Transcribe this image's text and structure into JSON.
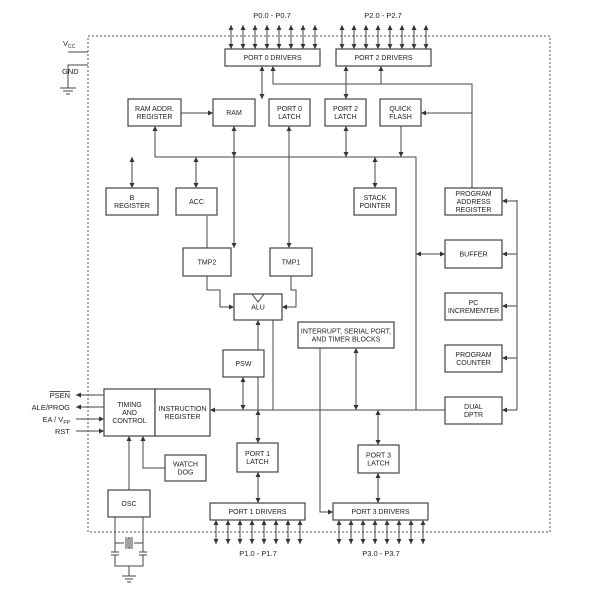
{
  "pins": {
    "p0": "P0.0 - P0.7",
    "p2": "P2.0 - P2.7",
    "p1": "P1.0 - P1.7",
    "p3": "P3.0 - P3.7",
    "vcc": "V",
    "vcc_sub": "CC",
    "gnd": "GND",
    "psen": "PSEN",
    "ale": "ALE/PROG",
    "ea": "EA / V",
    "ea_sub": "PP",
    "rst": "RST"
  },
  "blocks": {
    "port0_drivers": "PORT 0 DRIVERS",
    "port2_drivers": "PORT 2 DRIVERS",
    "ram_addr": [
      "RAM ADDR.",
      "REGISTER"
    ],
    "ram": "RAM",
    "port0_latch": [
      "PORT 0",
      "LATCH"
    ],
    "port2_latch": [
      "PORT 2",
      "LATCH"
    ],
    "quick_flash": [
      "QUICK",
      "FLASH"
    ],
    "b_register": [
      "B",
      "REGISTER"
    ],
    "acc": "ACC",
    "stack_pointer": [
      "STACK",
      "POINTER"
    ],
    "program_address_register": [
      "PROGRAM",
      "ADDRESS",
      "REGISTER"
    ],
    "buffer": "BUFFER",
    "pc_incrementer": [
      "PC",
      "INCREMENTER"
    ],
    "program_counter": [
      "PROGRAM",
      "COUNTER"
    ],
    "dual_dptr": [
      "DUAL",
      "DPTR"
    ],
    "tmp2": "TMP2",
    "tmp1": "TMP1",
    "alu": "ALU",
    "psw": "PSW",
    "interrupt": [
      "INTERRUPT, SERIAL PORT,",
      "AND TIMER BLOCKS"
    ],
    "timing": [
      "TIMING",
      "AND",
      "CONTROL"
    ],
    "instruction_register": [
      "INSTRUCTION",
      "REGISTER"
    ],
    "watchdog": [
      "WATCH",
      "DOG"
    ],
    "osc": "OSC",
    "port1_latch": [
      "PORT 1",
      "LATCH"
    ],
    "port3_latch": [
      "PORT 3",
      "LATCH"
    ],
    "port1_drivers": "PORT 1 DRIVERS",
    "port3_drivers": "PORT 3 DRIVERS"
  }
}
